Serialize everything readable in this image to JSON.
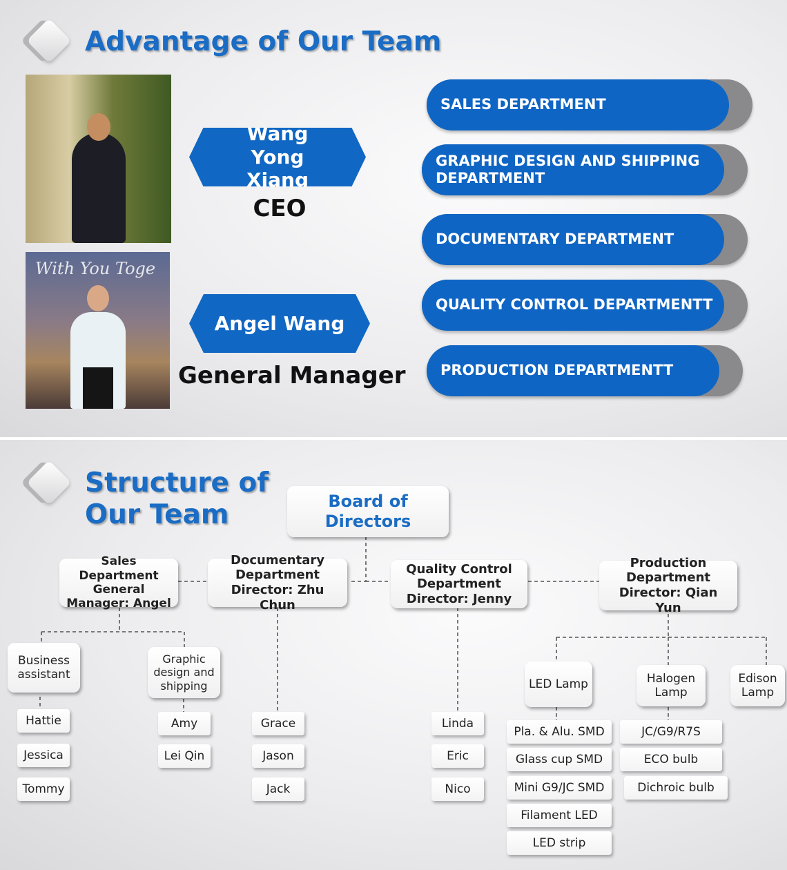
{
  "advantage": {
    "title": "Advantage of Our Team",
    "gm_photo_caption": "With You Toge",
    "ceo": {
      "name": "Wang Yong Xiang",
      "role": "CEO"
    },
    "gm": {
      "name": "Angel Wang",
      "role": "General Manager"
    },
    "departments": [
      "SALES DEPARTMENT",
      "GRAPHIC DESIGN AND SHIPPING DEPARTMENT",
      "DOCUMENTARY DEPARTMENT",
      "QUALITY CONTROL DEPARTMENTT",
      "PRODUCTION DEPARTMENTT"
    ],
    "colors": {
      "accent": "#0f65c4",
      "title": "#1a6cc4",
      "pill_shadow": "#8a8a8c"
    }
  },
  "structure": {
    "title_line1": "Structure of",
    "title_line2": "Our Team",
    "board": "Board of Directors",
    "sales": "Sales Department General Manager: Angel",
    "documentary": "Documentary Department Director: Zhu Chun",
    "quality": "Quality Control Department Director: Jenny",
    "production": "Production Department Director: Qian Yun",
    "business_assistant": "Business assistant",
    "graphic": "Graphic design and shipping",
    "business_members": [
      "Hattie",
      "Jessica",
      "Tommy"
    ],
    "graphic_members": [
      "Amy",
      "Lei Qin"
    ],
    "documentary_members": [
      "Grace",
      "Jason",
      "Jack"
    ],
    "quality_members": [
      "Linda",
      "Eric",
      "Nico"
    ],
    "led_lamp": "LED Lamp",
    "halogen_lamp": "Halogen Lamp",
    "edison_lamp": "Edison Lamp",
    "led_items": [
      "Pla. & Alu. SMD",
      "Glass cup SMD",
      "Mini G9/JC SMD",
      "Filament LED",
      "LED strip"
    ],
    "halogen_items": [
      "JC/G9/R7S",
      "ECO bulb",
      "Dichroic bulb"
    ]
  }
}
